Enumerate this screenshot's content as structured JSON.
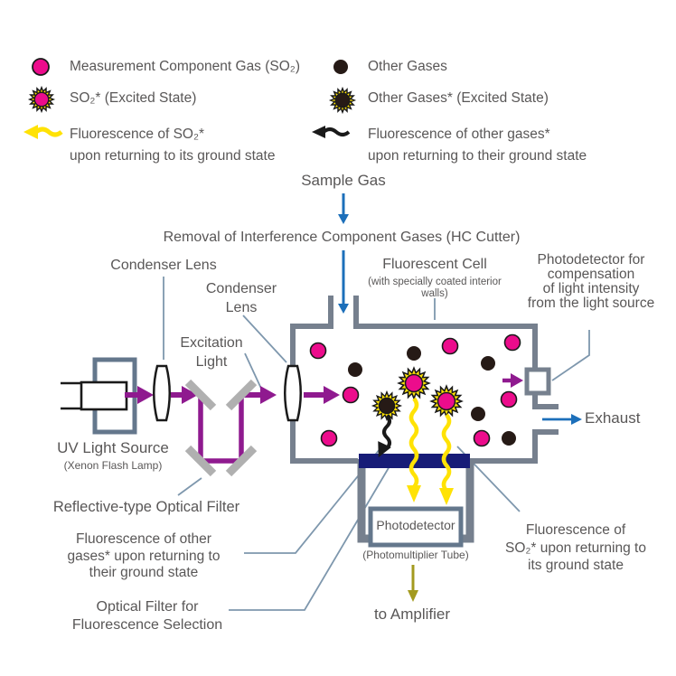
{
  "legend": {
    "items_left": [
      {
        "icon": "so2-gas-icon",
        "label": "Measurement Component Gas (SO₂)"
      },
      {
        "icon": "so2-excited-icon",
        "label": "SO₂* (Excited State)"
      },
      {
        "icon": "so2-fluorescence-arrow-icon",
        "lines": [
          "Fluorescence of SO₂*",
          "upon returning to its ground state"
        ]
      }
    ],
    "items_right": [
      {
        "icon": "other-gas-icon",
        "label": "Other Gases"
      },
      {
        "icon": "other-gas-excited-icon",
        "label": "Other Gases* (Excited State)"
      },
      {
        "icon": "other-fluorescence-arrow-icon",
        "lines": [
          "Fluorescence of other gases*",
          "upon returning to their ground state"
        ]
      }
    ]
  },
  "flow": {
    "sample_gas": "Sample Gas",
    "hc_cutter": "Removal of Interference Component Gases (HC Cutter)",
    "exhaust": "Exhaust",
    "to_amplifier": "to Amplifier"
  },
  "components": {
    "condenser_lens_1": "Condenser Lens",
    "condenser_lens_2": [
      "Condenser",
      "Lens"
    ],
    "excitation_light": [
      "Excitation",
      "Light"
    ],
    "fluorescent_cell": {
      "title": "Fluorescent Cell",
      "subtitle": "(with specially coated interior walls)"
    },
    "compensation_photodetector": [
      "Photodetector for",
      "compensation",
      "of light intensity",
      "from the light source"
    ],
    "uv_light_source": {
      "title": "UV Light Source",
      "subtitle": "(Xenon Flash Lamp)"
    },
    "reflective_optical_filter": "Reflective-type Optical Filter",
    "fluorescence_other": [
      "Fluorescence of other",
      "gases* upon returning to",
      "their ground state"
    ],
    "optical_filter_selection": [
      "Optical Filter for",
      "Fluorescence Selection"
    ],
    "fluorescence_so2": [
      "Fluorescence of",
      "SO₂* upon returning to",
      "its ground state"
    ],
    "photodetector": {
      "title": "Photodetector",
      "subtitle": "(Photomultiplier Tube)"
    }
  },
  "colors": {
    "so2_gas": "#EC0C8C",
    "other_gas": "#261A16",
    "excitation_beam": "#8F1A8F",
    "fluorescence_so2": "#FFE205",
    "fluorescence_other": "#1A1A1A",
    "flow_arrow": "#1C6FBA",
    "cell_wall": "#76808E",
    "lamp_frame": "#64778C",
    "optical_filter": "#171C77",
    "amplifier_arrow": "#A39A1F",
    "mirror": "#B0B0B0",
    "label_text": "#595757",
    "leader_line": "#7E97AD"
  }
}
